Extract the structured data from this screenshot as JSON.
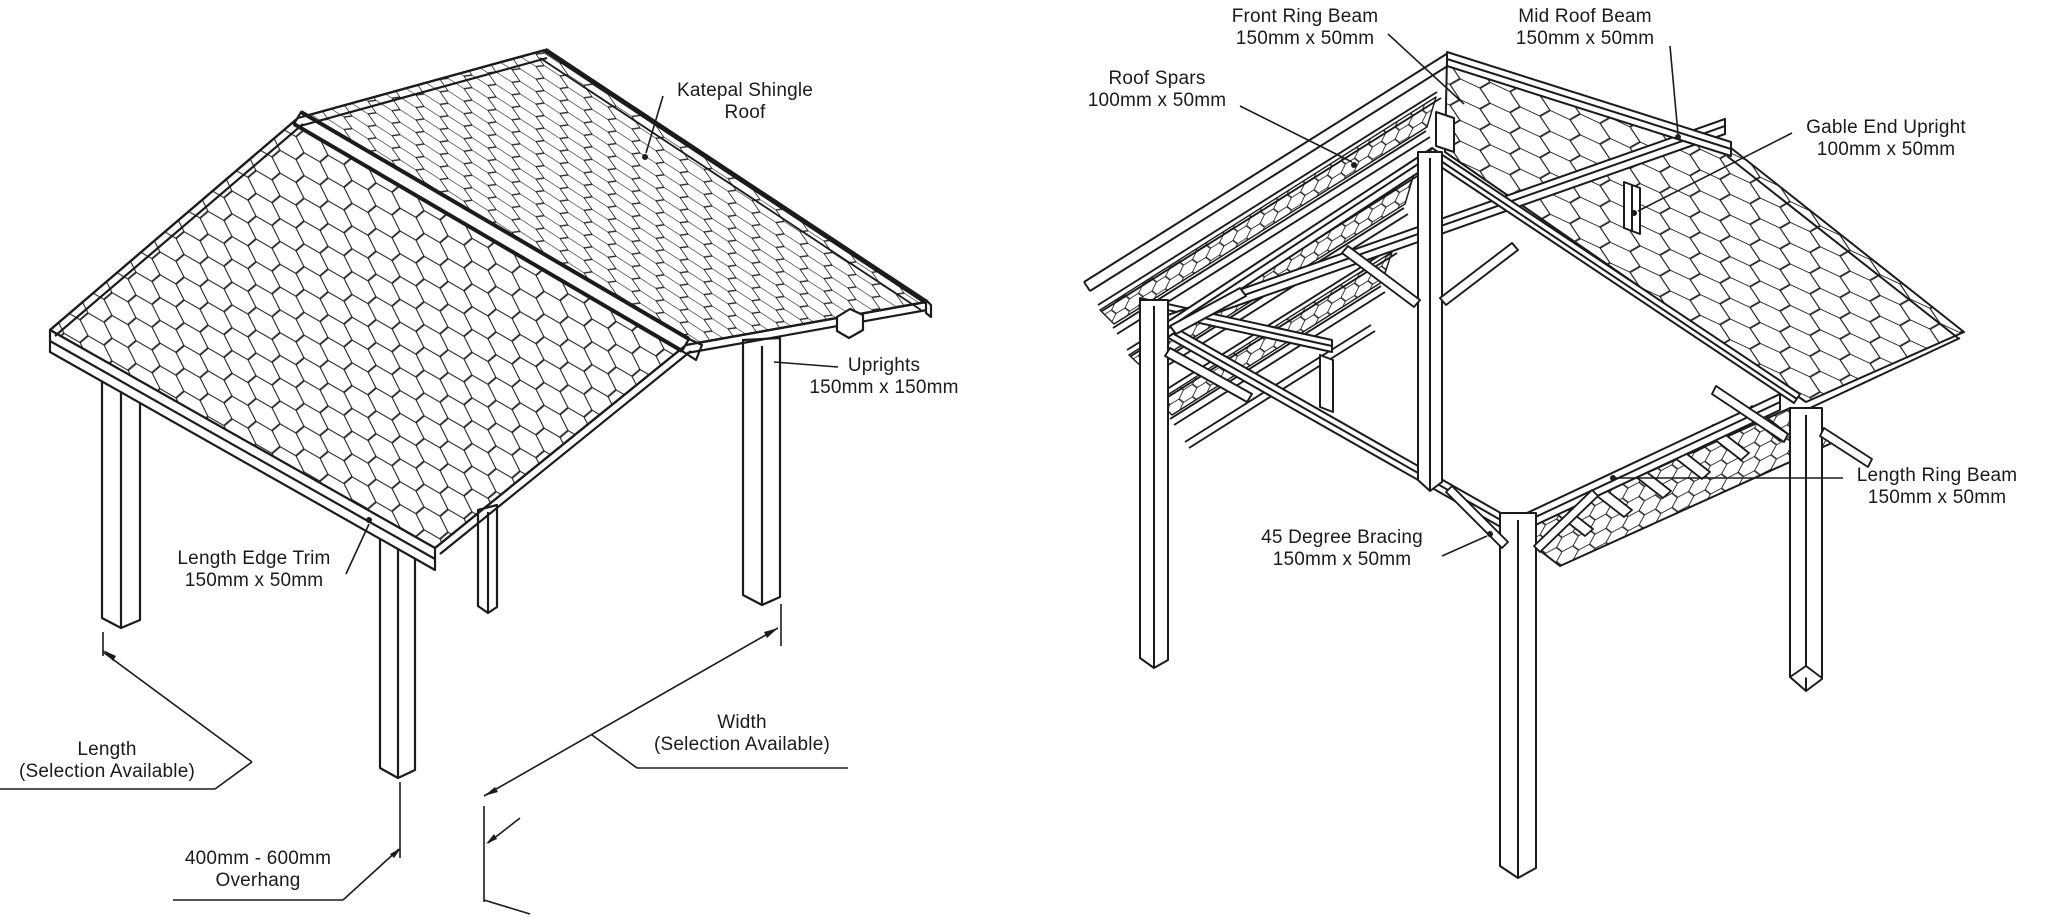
{
  "colors": {
    "line": "#1b1b1b",
    "background": "#ffffff"
  },
  "labels": {
    "katepal_roof": {
      "line1": "Katepal Shingle",
      "line2": "Roof"
    },
    "uprights": {
      "line1": "Uprights",
      "line2": "150mm x 150mm"
    },
    "length_edge_trim": {
      "line1": "Length Edge Trim",
      "line2": "150mm x 50mm"
    },
    "length_dimension": {
      "line1": "Length",
      "line2": "(Selection Available)"
    },
    "width_dimension": {
      "line1": "Width",
      "line2": "(Selection Available)"
    },
    "overhang_dimension": {
      "line1": "400mm - 600mm",
      "line2": "Overhang"
    },
    "front_ring_beam": {
      "line1": "Front Ring Beam",
      "line2": "150mm x 50mm"
    },
    "mid_roof_beam": {
      "line1": "Mid Roof Beam",
      "line2": "150mm x 50mm"
    },
    "roof_spars": {
      "line1": "Roof Spars",
      "line2": "100mm x 50mm"
    },
    "gable_end_upright": {
      "line1": "Gable End Upright",
      "line2": "100mm x 50mm"
    },
    "length_ring_beam": {
      "line1": "Length Ring Beam",
      "line2": "150mm x 50mm"
    },
    "bracing_45_degree": {
      "line1": "45 Degree Bracing",
      "line2": "150mm x 50mm"
    }
  }
}
